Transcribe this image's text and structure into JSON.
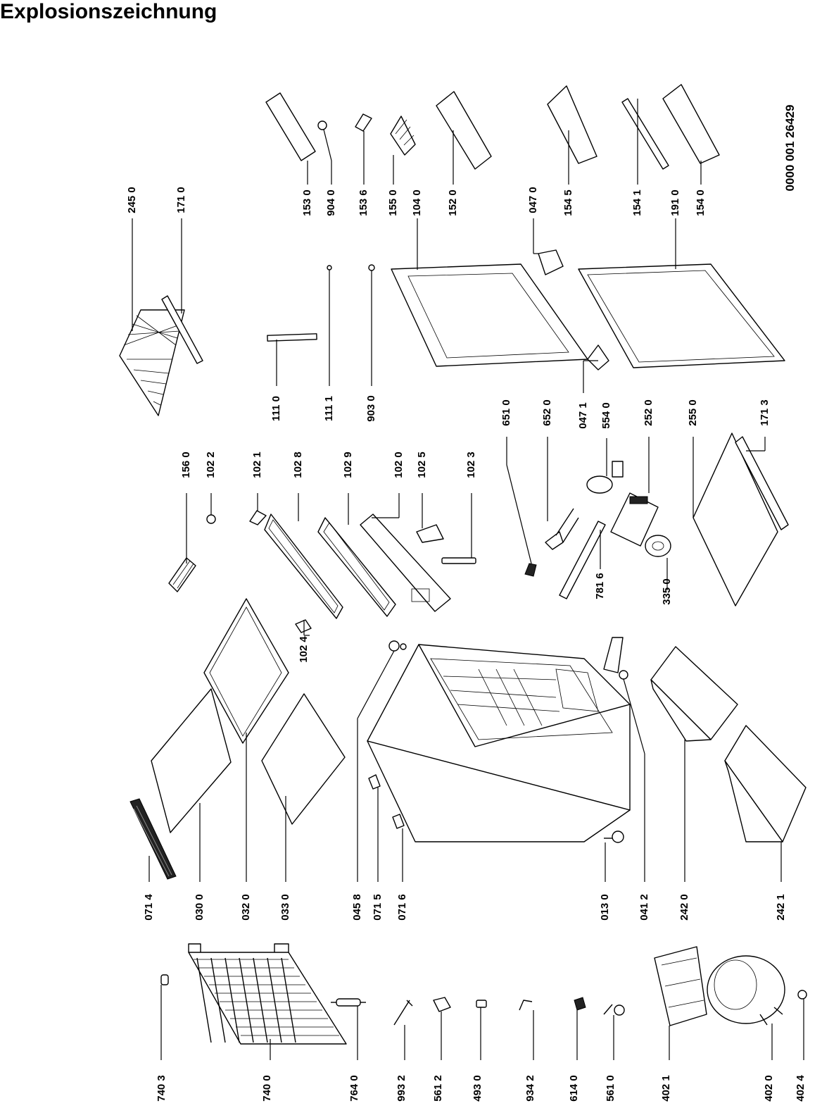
{
  "title": "Explosionszeichnung",
  "document_number": "0000 001 26429",
  "part_labels": [
    "740 3",
    "740 0",
    "764 0",
    "993 2",
    "561 2",
    "493 0",
    "934 2",
    "614 0",
    "561 0",
    "402 1",
    "402 0",
    "402 4",
    "071 4",
    "030 0",
    "032 0",
    "033 0",
    "045 8",
    "071 5",
    "071 6",
    "013 0",
    "041 2",
    "242 0",
    "242 1",
    "156 0",
    "102 2",
    "102 1",
    "102 8",
    "102 9",
    "102 0",
    "102 5",
    "102 3",
    "102 4",
    "651 0",
    "652 0",
    "781 6",
    "554 0",
    "252 0",
    "335 0",
    "255 0",
    "171 3",
    "111 0",
    "111 1",
    "903 0",
    "047 1",
    "245 0",
    "171 0",
    "153 0",
    "904 0",
    "153 6",
    "155 0",
    "104 0",
    "152 0",
    "047 0",
    "154 5",
    "154 1",
    "191 0",
    "154 0"
  ]
}
